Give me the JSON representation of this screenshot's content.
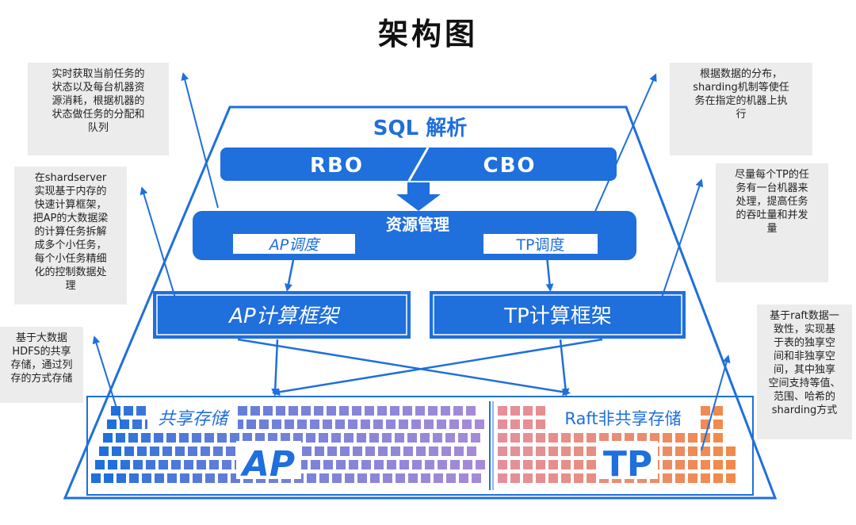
{
  "title": "架构图",
  "sql_parse": "SQL 解析",
  "rbo": "RBO",
  "cbo": "CBO",
  "resource_mgmt": "资源管理",
  "ap_schedule": "AP调度",
  "tp_schedule": "TP调度",
  "ap_compute": "AP计算框架",
  "tp_compute": "TP计算框架",
  "shared_storage": "共享存储",
  "raft_storage": "Raft非共享存储",
  "ap_big": "AP",
  "tp_big": "TP",
  "colors": {
    "primary": "#1f6fdc",
    "purple": "#a58bd8",
    "pink": "#e58f9a",
    "orange": "#f08a4b"
  },
  "notes": {
    "top_left": [
      "实时获取当前任务的",
      "状态以及每台机器资",
      "源消耗，根据机器的",
      "状态做任务的分配和",
      "队列"
    ],
    "mid_left": [
      "在shardserver",
      "实现基于内存的",
      "快速计算框架，",
      "把AP的大数据梁",
      "的计算任务拆解",
      "成多个小任务，",
      "每个小任务精细",
      "化的控制数据处",
      "理"
    ],
    "bottom_left": [
      "基于大数据",
      "HDFS的共享",
      "存储，通过列",
      "存的方式存储"
    ],
    "top_right": [
      "根据数据的分布，",
      "sharding机制等使任",
      "务在指定的机器上执",
      "行"
    ],
    "mid_right": [
      "尽量每个TP的任",
      "务有一台机器来",
      "处理，提高任务",
      "的吞吐量和并发",
      "量"
    ],
    "bottom_right": [
      "基于raft数据一",
      "致性，实现基",
      "于表的独享空",
      "间和非独享空",
      "间，其中独享",
      "空间支持等值、",
      "范围、哈希的",
      "sharding方式"
    ]
  }
}
